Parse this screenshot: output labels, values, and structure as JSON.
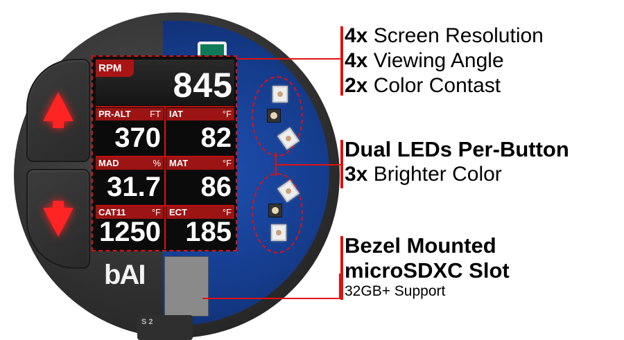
{
  "gauge": {
    "logo_text": "bAI",
    "sd_card_label": "S 2",
    "buttons": [
      {
        "name": "up",
        "icon": "arrow-up-icon",
        "color": "#ff2020"
      },
      {
        "name": "down",
        "icon": "arrow-down-icon",
        "color": "#ff2020"
      }
    ],
    "screen": {
      "main": {
        "label": "RPM",
        "value": "845"
      },
      "cells": [
        {
          "label": "PR-ALT",
          "unit": "FT",
          "value": "370"
        },
        {
          "label": "IAT",
          "unit": "°F",
          "value": "82"
        },
        {
          "label": "MAD",
          "unit": "%",
          "value": "31.7"
        },
        {
          "label": "MAT",
          "unit": "°F",
          "value": "86"
        },
        {
          "label": "CAT11",
          "unit": "°F",
          "value": "1250"
        },
        {
          "label": "ECT",
          "unit": "°F",
          "value": "185"
        }
      ]
    }
  },
  "callouts": {
    "screen": {
      "lines": [
        {
          "bold": "4x",
          "text": " Screen Resolution"
        },
        {
          "bold": "4x",
          "text": " Viewing Angle"
        },
        {
          "bold": "2x",
          "text": " Color Contast"
        }
      ]
    },
    "leds": {
      "heading": "Dual LEDs Per-Button",
      "lines": [
        {
          "bold": "3x",
          "text": " Brighter Color"
        }
      ]
    },
    "sd": {
      "heading_1": "Bezel Mounted",
      "heading_2": "microSDXC Slot",
      "sub": "32GB+ Support"
    }
  },
  "colors": {
    "accent": "#e01010",
    "header_red": "#9c1414",
    "pcb_blue": "#1d4fb0"
  }
}
